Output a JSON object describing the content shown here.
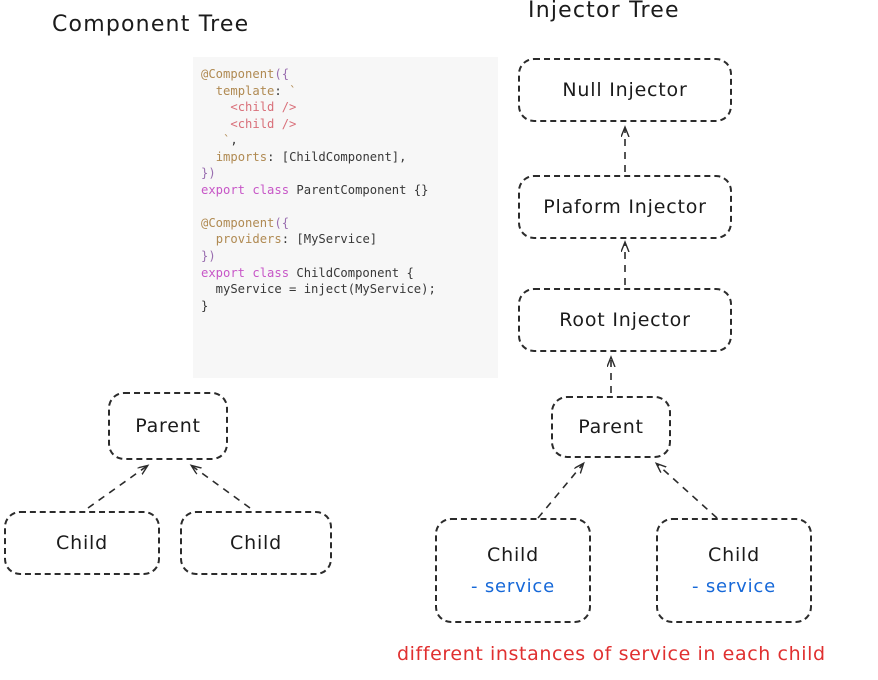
{
  "titles": {
    "component_tree": "Component Tree",
    "injector_tree": "Injector Tree"
  },
  "code": {
    "language": "typescript",
    "background": "#f7f7f7",
    "lines": [
      "@Component({",
      "  template: `",
      "    <child />",
      "    <child />",
      "  `,",
      "  imports: [ChildComponent],",
      "})",
      "export class ParentComponent {}",
      "",
      "@Component({",
      "  providers: [MyService]",
      "})",
      "export class ChildComponent {",
      "  myService = inject(MyService);",
      "}"
    ],
    "tokens": {
      "decorator": "@Component",
      "property_template": "template:",
      "property_imports": "imports:",
      "property_providers": "providers:",
      "tag_child": "<child />",
      "keyword_export_class": "export class",
      "class_parent": "ParentComponent",
      "class_child": "ChildComponent",
      "array_child_component": "[ChildComponent]",
      "array_my_service": "[MyService]",
      "member_my_service": "myService",
      "call_inject": "inject(MyService);"
    },
    "colors": {
      "decorator": "#b08a52",
      "property": "#b08a52",
      "tag": "#d9707a",
      "keyword": "#c756c7",
      "plain": "#383838",
      "punct": "#9a6fb0"
    }
  },
  "component_tree": {
    "nodes": [
      {
        "id": "parent",
        "label": "Parent"
      },
      {
        "id": "child-left",
        "label": "Child"
      },
      {
        "id": "child-right",
        "label": "Child"
      }
    ]
  },
  "injector_tree": {
    "nodes": [
      {
        "id": "null-injector",
        "label": "Null Injector",
        "sub": ""
      },
      {
        "id": "platform-injector",
        "label": "Plaform Injector",
        "sub": ""
      },
      {
        "id": "root-injector",
        "label": "Root Injector",
        "sub": ""
      },
      {
        "id": "parent",
        "label": "Parent",
        "sub": ""
      },
      {
        "id": "child-left",
        "label": "Child",
        "sub": "- service"
      },
      {
        "id": "child-right",
        "label": "Child",
        "sub": "- service"
      }
    ]
  },
  "caption": {
    "note": "different instances of service in each child",
    "color": "#e03030"
  },
  "style": {
    "node_border": "#2b2b2b",
    "service_color": "#1668d8",
    "text_color": "#1b1b1b",
    "background": "#ffffff"
  }
}
